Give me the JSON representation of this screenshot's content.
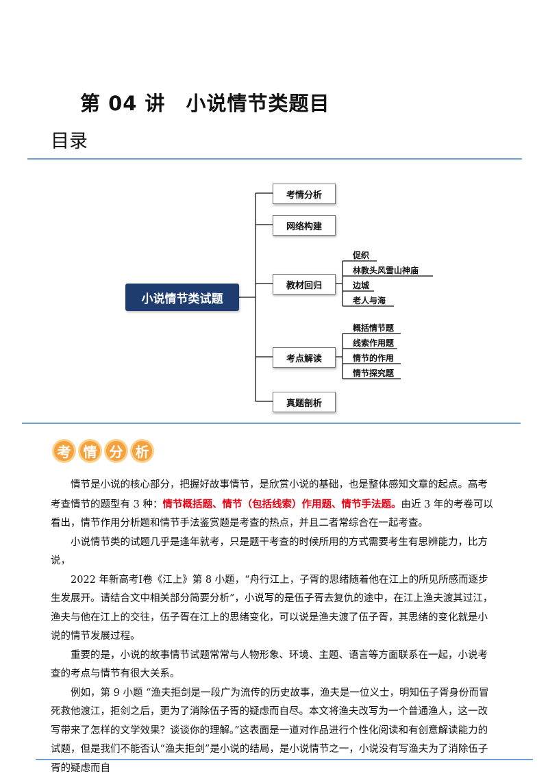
{
  "title": "第 04 讲　小说情节类题目",
  "toc_heading": "目录",
  "mindmap": {
    "root": "小说情节类试题",
    "branches": [
      {
        "label": "考情分析"
      },
      {
        "label": "网络构建"
      },
      {
        "label": "教材回归",
        "children": [
          "促织",
          "林教头风雪山神庙",
          "边城",
          "老人与海"
        ]
      },
      {
        "label": "考点解读",
        "children": [
          "概括情节题",
          "线索作用题",
          "情节的作用",
          "情节探究题"
        ]
      },
      {
        "label": "真题剖析"
      }
    ]
  },
  "section_badge": [
    "考",
    "情",
    "分",
    "析"
  ],
  "paragraphs": {
    "p1_a": "情节是小说的核心部分，把握好故事情节，是欣赏小说的基础，也是整体感知文章的起点。高考考查情节的题型有 3 种：",
    "p1_red": "情节概括题、情节（包括线索）作用题、情节手法题。",
    "p1_b": "由近 3 年的考卷可以看出，情节作用分析题和情节手法鉴赏题是考查的热点，并且二者常综合在一起考查。",
    "p2": "小说情节类的试题几乎是逢年就考，只是题干考查的时候所用的方式需要考生有思辨能力，比方说，",
    "p3": "2022 年新高考Ⅰ卷《江上》第 8 小题，“舟行江上，子胥的思绪随着他在江上的所见所感而逐步生发展开。请结合文中相关部分简要分析”，小说写的是伍子胥去复仇的途中，在江上渔夫渡其过江，渔夫与他在江上的交往，伍子胥在江上的思绪变化，可以说是渔夫渡了伍子胥，其思绪的变化就是小说的情节发展过程。",
    "p4": "重要的是，小说的故事情节试题常常与人物形象、环境、主题、语言等方面联系在一起，小说考查的考点与情节有很大关系。",
    "p5": "例如，第 9 小题 “渔夫拒剑是一段广为流传的历史故事，渔夫是一位义士，明知伍子胥身份而冒死救他渡江，拒剑之后，更为了消除伍子胥的疑虑而自尽。本文将渔夫改写为一个普通渔人，这一改写带来了怎样的文学效果？谈谈你的理解。”这表面是一道对作品进行个性化阅读和有创意解读能力的试题，但是我们不能否认“渔夫拒剑”是小说的结局，是小说情节之一，小说没有写渔夫为了消除伍子胥的疑虑而自"
  }
}
